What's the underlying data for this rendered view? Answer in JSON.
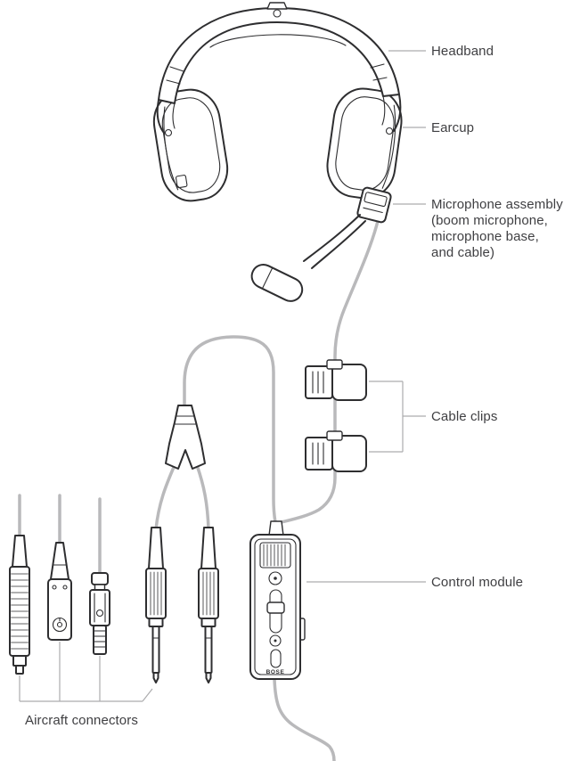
{
  "labels": {
    "headband": "Headband",
    "earcup": "Earcup",
    "microphone_assembly": {
      "lines": [
        "Microphone assembly",
        "(boom microphone,",
        "microphone base,",
        "and cable)"
      ]
    },
    "cable_clips": "Cable clips",
    "control_module": "Control module",
    "aircraft_connectors": "Aircraft connectors"
  },
  "control_module": {
    "logo": "BOSE"
  },
  "colors": {
    "line": "#2e2e30",
    "cable": "#b9b9bb",
    "leader": "#acacae",
    "text": "#3f3f42",
    "background": "#ffffff"
  }
}
